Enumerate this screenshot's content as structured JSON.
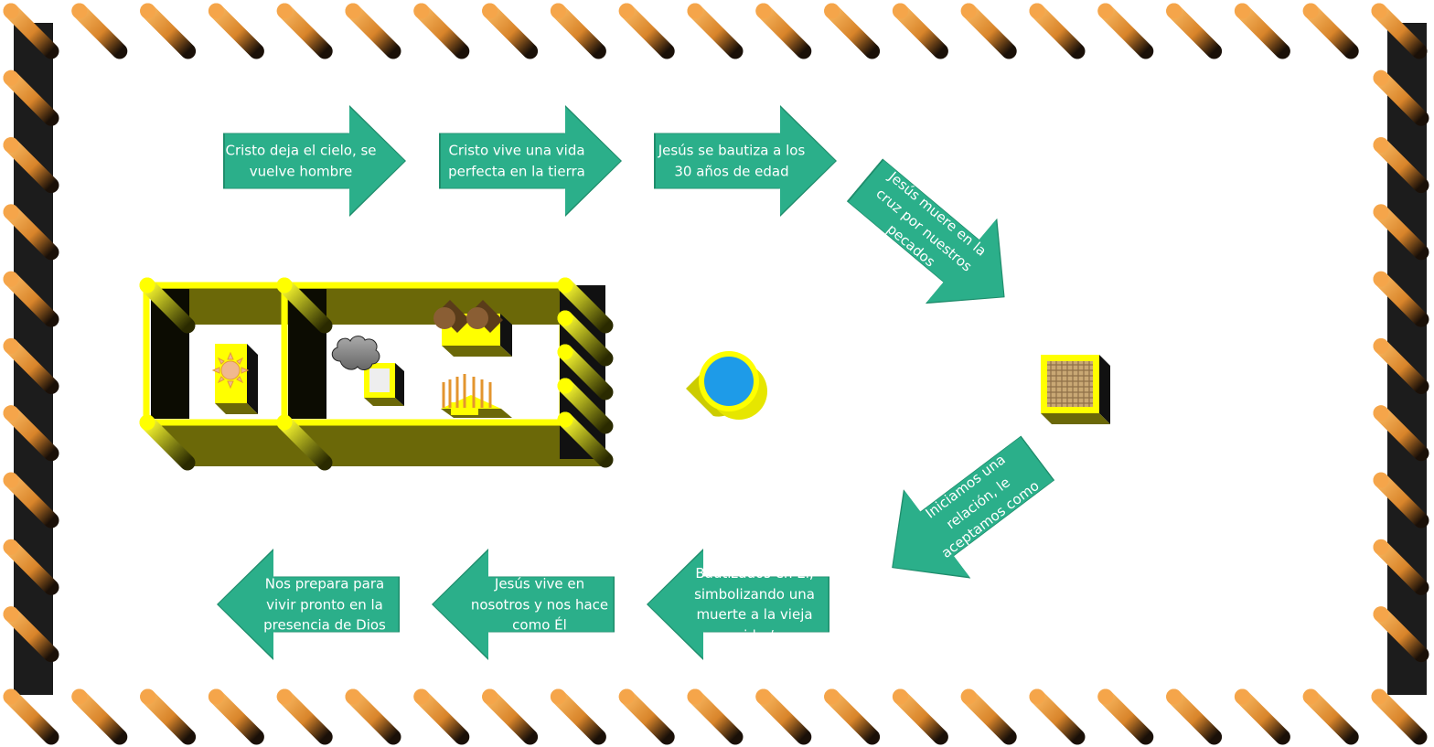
{
  "colors": {
    "arrow_fill": "#2baf8a",
    "arrow_border": "#1f8d6c",
    "post": "#f5a54a",
    "fence_wall": "#1c1c1c",
    "tabernacle_gold": "#ffff00",
    "tabernacle_wall": "#6b6808",
    "laver_water": "#1e9be8"
  },
  "steps": [
    {
      "text": "Cristo deja el cielo, se vuelve hombre",
      "direction": "right"
    },
    {
      "text": "Cristo vive una vida perfecta en la tierra",
      "direction": "right"
    },
    {
      "text": "Jesús se bautiza a los 30 años de edad",
      "direction": "right"
    },
    {
      "text": "Jesús muere en la cruz por nuestros pecados",
      "direction": "down-right"
    },
    {
      "text": "Iniciamos una relación, le aceptamos como",
      "direction": "down-left"
    },
    {
      "text": "Bautizados en Él, simbolizando una muerte a la vieja vida /",
      "direction": "left"
    },
    {
      "text": "Jesús vive en nosotros y nos hace como Él",
      "direction": "left"
    },
    {
      "text": "Nos prepara para vivir pronto en la presencia de Dios",
      "direction": "left"
    }
  ],
  "icons": {
    "sun": "sun-icon",
    "cloud": "cloud-icon",
    "bread": "showbread-icon",
    "candlestick": "candlestick-icon",
    "laver": "laver-icon",
    "altar": "altar-icon"
  }
}
